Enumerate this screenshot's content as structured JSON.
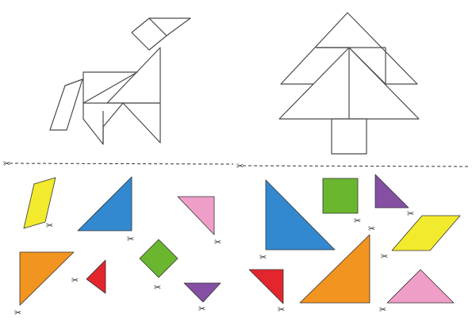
{
  "puzzles": [
    {
      "name": "horse-outline"
    },
    {
      "name": "tree-outline"
    }
  ],
  "pieces": {
    "left_set": [
      "parallelogram-yellow",
      "large-triangle-blue",
      "small-triangle-pink",
      "large-triangle-orange",
      "small-triangle-red",
      "square-green",
      "small-triangle-purple"
    ],
    "right_set": [
      "large-triangle-blue",
      "square-green",
      "small-triangle-purple",
      "parallelogram-yellow",
      "small-triangle-red",
      "large-triangle-orange",
      "medium-triangle-pink"
    ]
  },
  "colors": {
    "yellow": "#f2ea2c",
    "blue": "#3389cf",
    "pink": "#ef9ec8",
    "orange": "#f29420",
    "red": "#e3262d",
    "green": "#6ab62f",
    "purple": "#8550a3",
    "outline": "#4a4a4a",
    "cut_line": "#333333"
  },
  "icons": {
    "cut_marker": "scissors-icon"
  }
}
